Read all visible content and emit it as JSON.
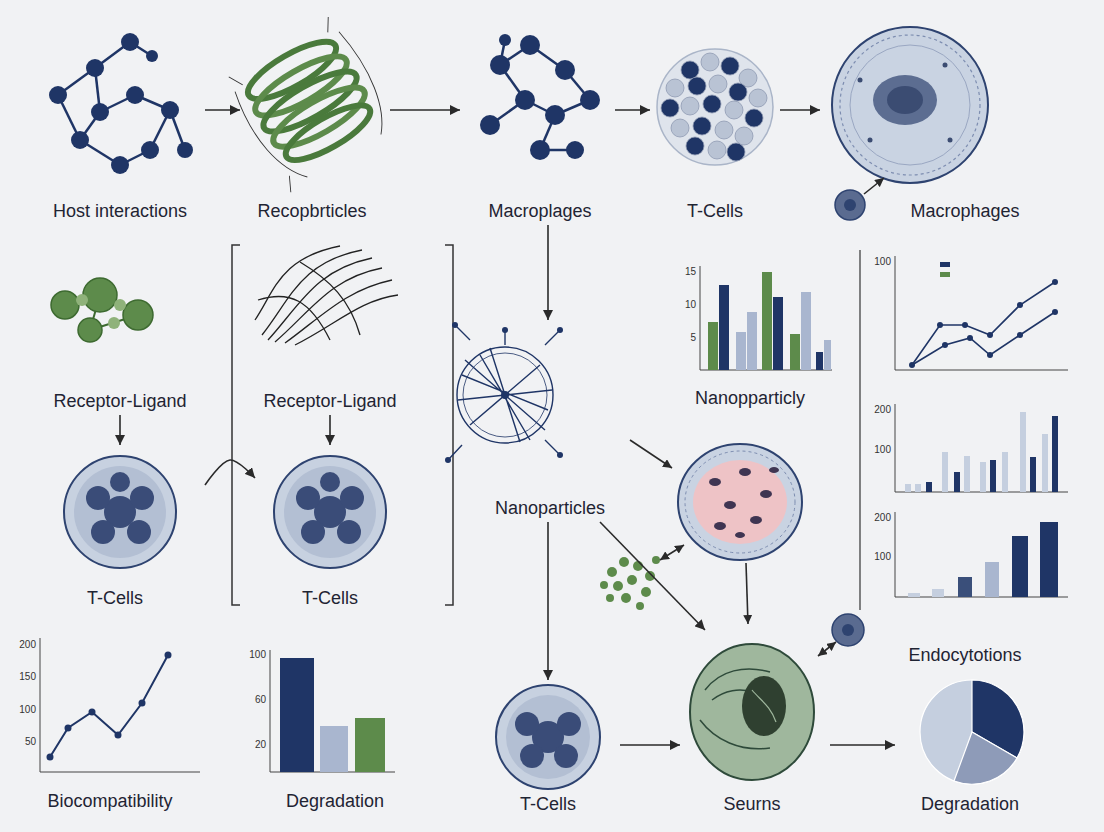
{
  "diagram": {
    "nodes": [
      {
        "text": [
          "Host interactions"
        ]
      },
      {
        "text": [
          "Recopbrticles"
        ]
      },
      {
        "text": [
          "Macroplages"
        ]
      },
      {
        "text": [
          "T-Cells"
        ]
      },
      {
        "text": [
          "Macrophages"
        ]
      },
      {
        "text": [
          "Receptor-Ligand"
        ]
      },
      {
        "text": [
          "Receptor-Ligand"
        ]
      },
      {
        "text": [
          "T-Cells"
        ]
      },
      {
        "text": [
          "T-Cells"
        ]
      },
      {
        "text": [
          "Nanoparticles"
        ]
      },
      {
        "text": [
          "T-Cells"
        ]
      },
      {
        "text": [
          "Seurns"
        ]
      },
      {
        "text": [
          "Degradation"
        ]
      }
    ],
    "edges": [
      {
        "from": 0,
        "to": 1,
        "arrow": "to"
      },
      {
        "from": 1,
        "to": 2,
        "arrow": "to"
      },
      {
        "from": 2,
        "to": 3,
        "arrow": "to"
      },
      {
        "from": 3,
        "to": 4,
        "arrow": "to"
      },
      {
        "from": 2,
        "to": 9,
        "arrow": "to"
      },
      {
        "from": 5,
        "to": 7,
        "arrow": "to"
      },
      {
        "from": 6,
        "to": 8,
        "arrow": "to"
      },
      {
        "from": 7,
        "to": 8,
        "arrow": "to"
      },
      {
        "from": 9,
        "to": 10,
        "arrow": "to"
      },
      {
        "from": 9,
        "to": 11,
        "arrow": "to"
      },
      {
        "from": 10,
        "to": 11,
        "arrow": "to"
      },
      {
        "from": 11,
        "to": 12,
        "arrow": "to"
      }
    ],
    "labels": [
      "Nanopparticly",
      "Endocytotions",
      "Biocompatibility",
      "Degradation",
      "200",
      "150",
      "100",
      "50",
      "100",
      "60",
      "20",
      "200",
      "100",
      "200",
      "100",
      "100",
      "15",
      "10",
      "5"
    ]
  }
}
